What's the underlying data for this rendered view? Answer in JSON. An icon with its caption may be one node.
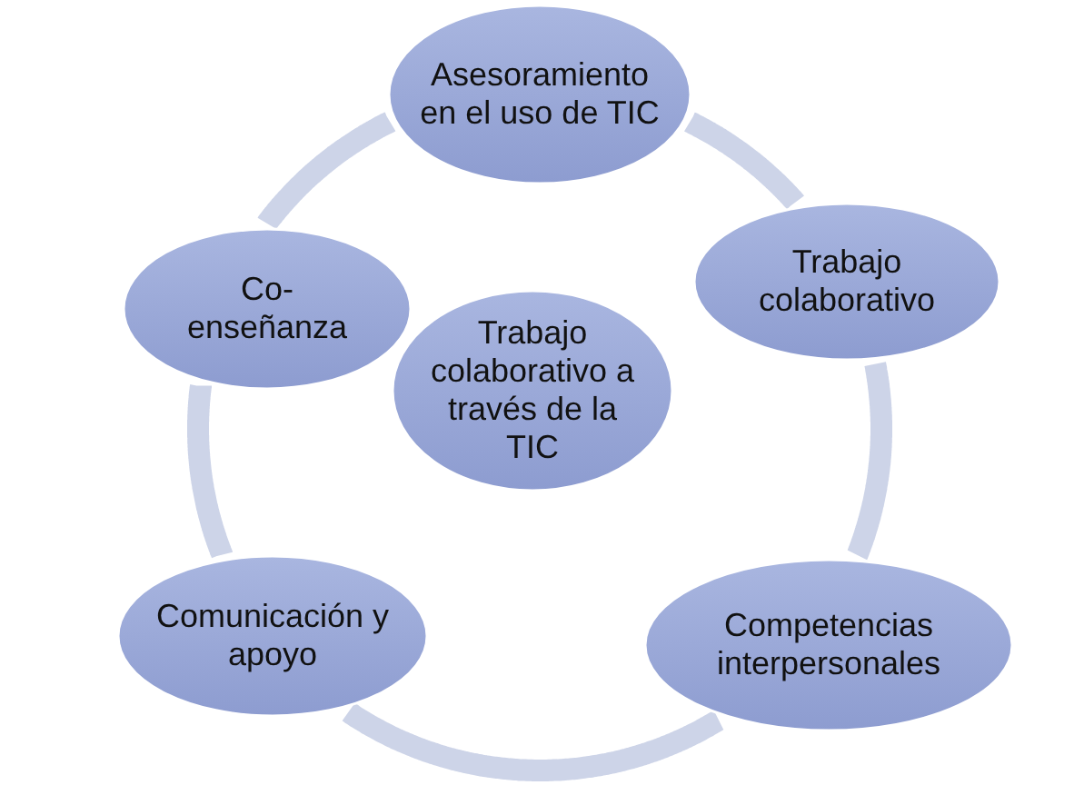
{
  "diagram": {
    "nodes": [
      {
        "text": [
          "Trabajo colaborativo a través de la TIC"
        ]
      },
      {
        "text": [
          "Asesoramiento en el uso de TIC"
        ]
      },
      {
        "text": [
          "Trabajo colaborativo"
        ]
      },
      {
        "text": [
          "Competencias interpersonales"
        ]
      },
      {
        "text": [
          "Comunicación y apoyo"
        ]
      },
      {
        "text": [
          "Co- enseñanza"
        ]
      }
    ],
    "edges": [
      {
        "from": 1,
        "to": 2,
        "arrow": "none"
      },
      {
        "from": 2,
        "to": 3,
        "arrow": "none"
      },
      {
        "from": 3,
        "to": 4,
        "arrow": "none"
      },
      {
        "from": 4,
        "to": 5,
        "arrow": "none"
      },
      {
        "from": 5,
        "to": 1,
        "arrow": "none"
      }
    ]
  }
}
